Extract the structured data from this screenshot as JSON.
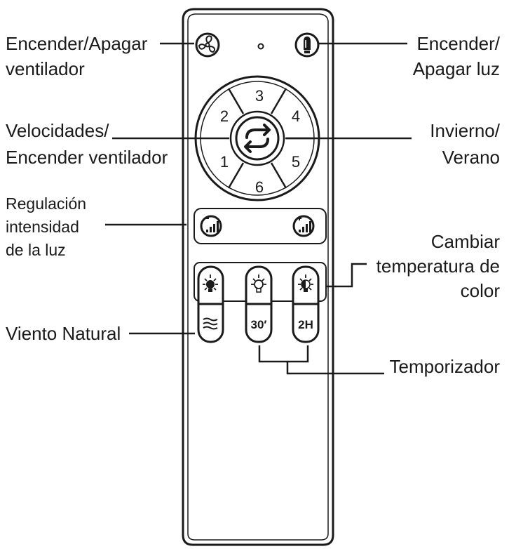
{
  "labels": {
    "fan_power": [
      "Encender/Apagar",
      "ventilador"
    ],
    "light_power": [
      "Encender/",
      "Apagar luz"
    ],
    "speeds": [
      "Velocidades/",
      "Encender ventilador"
    ],
    "winter_summer": [
      "Invierno/",
      "Verano"
    ],
    "dimming": [
      "Regulación",
      "intensidad",
      "de la luz"
    ],
    "color_temp": [
      "Cambiar",
      "temperatura de",
      "color"
    ],
    "natural_wind": "Viento Natural",
    "timer": "Temporizador"
  },
  "speed_buttons": [
    "1",
    "2",
    "3",
    "4",
    "5",
    "6"
  ],
  "timer_buttons": {
    "t30": "30′",
    "t2h": "2H"
  },
  "icons": {
    "fan": "fan-icon",
    "bulb": "lightbulb-icon",
    "reverse": "reverse-arrows-icon",
    "dim_down": "brightness-down-icon",
    "dim_up": "brightness-up-icon",
    "warm": "warm-light-icon",
    "neutral": "neutral-light-icon",
    "cool": "cool-light-icon",
    "wind": "wind-icon"
  }
}
